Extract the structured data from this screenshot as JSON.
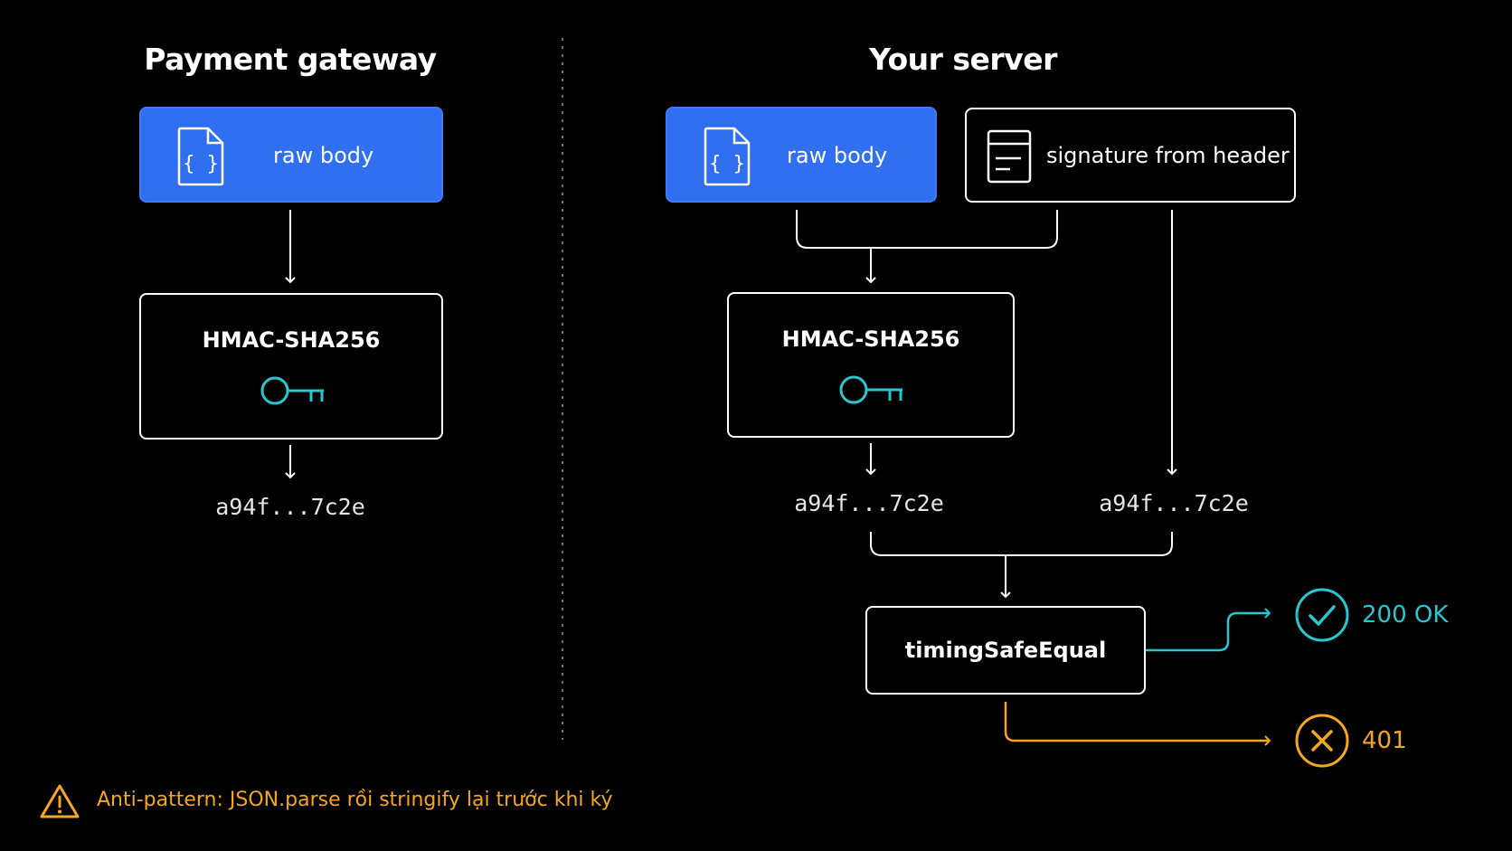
{
  "sections": {
    "left_title": "Payment gateway",
    "right_title": "Your server"
  },
  "gateway": {
    "raw_body_label": "raw body",
    "hmac_label": "HMAC-SHA256",
    "hash_value": "a94f...7c2e"
  },
  "server": {
    "raw_body_label": "raw body",
    "signature_label": "signature from header",
    "hmac_label": "HMAC-SHA256",
    "computed_hash": "a94f...7c2e",
    "header_hash": "a94f...7c2e",
    "compare_label": "timingSafeEqual"
  },
  "outcomes": {
    "success_label": "200 OK",
    "failure_label": "401"
  },
  "footer": {
    "warning_text": "Anti-pattern: JSON.parse rồi stringify lại trước khi ký"
  },
  "colors": {
    "blue": "#2f6ff0",
    "teal": "#29c6cf",
    "orange": "#f5a623",
    "white": "#ffffff",
    "background": "#000000"
  },
  "icons": {
    "raw_body": "json-file-icon",
    "signature": "document-icon",
    "hmac": "key-icon",
    "success": "check-circle-icon",
    "failure": "x-circle-icon",
    "warning": "warning-icon"
  }
}
